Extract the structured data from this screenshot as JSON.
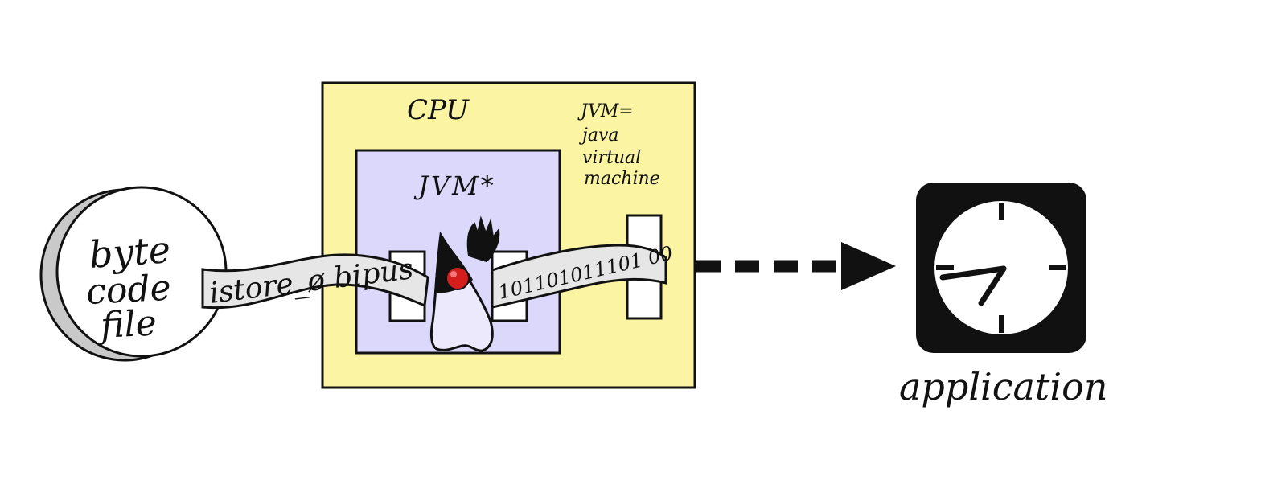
{
  "colors": {
    "background": "#ffffff",
    "cpu_fill": "#fbf5a3",
    "jvm_fill": "#dcd8fb",
    "disk_shadow": "#c9c9c9",
    "tape_fill": "#e6e6e6",
    "duke_nose": "#d41e1e",
    "ink": "#111111"
  },
  "disk": {
    "line1": "byte",
    "line2": "code",
    "line3": "file"
  },
  "cpu": {
    "label": "CPU",
    "note_line1": "JVM=",
    "note_line2": "java",
    "note_line3": "virtual",
    "note_line4": "machine"
  },
  "jvm": {
    "label": "JVM*"
  },
  "tape": {
    "left_text": "istore_ø bipus",
    "right_text": "101101011101 00"
  },
  "application": {
    "label": "application"
  },
  "icons": {
    "mascot": "duke-mascot-icon",
    "clock": "clock-icon",
    "arrow": "dashed-arrow-icon"
  }
}
